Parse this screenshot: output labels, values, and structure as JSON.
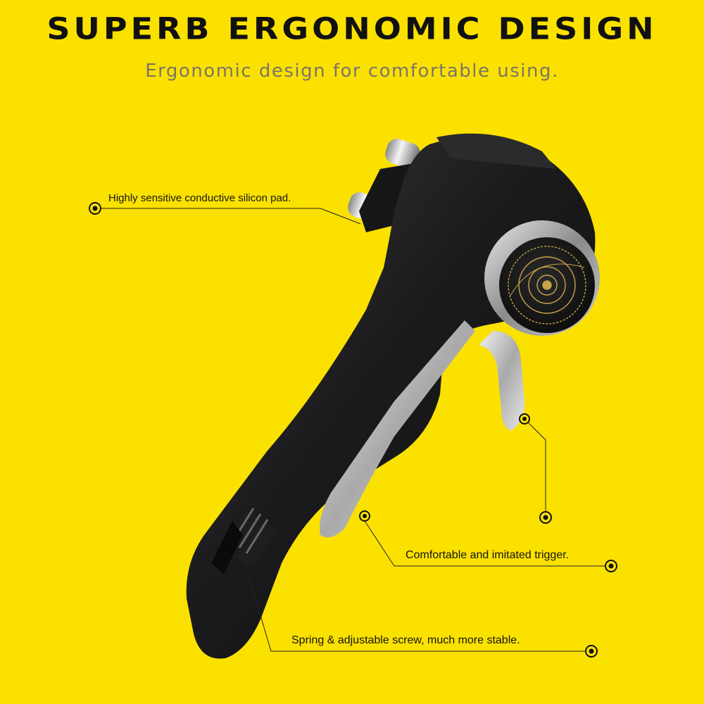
{
  "header": {
    "title": "SUPERB ERGONOMIC DESIGN",
    "subtitle": "Ergonomic design for comfortable using."
  },
  "callouts": {
    "silicon_pad": "Highly sensitive conductive silicon pad.",
    "trigger": "Comfortable and imitated trigger.",
    "screw": "Spring & adjustable screw, much more stable."
  },
  "colors": {
    "background": "#fbe100",
    "controller_body": "#1c1c1e",
    "trigger_metal": "#c8c8c8",
    "accent_gold": "#c9a44a"
  }
}
